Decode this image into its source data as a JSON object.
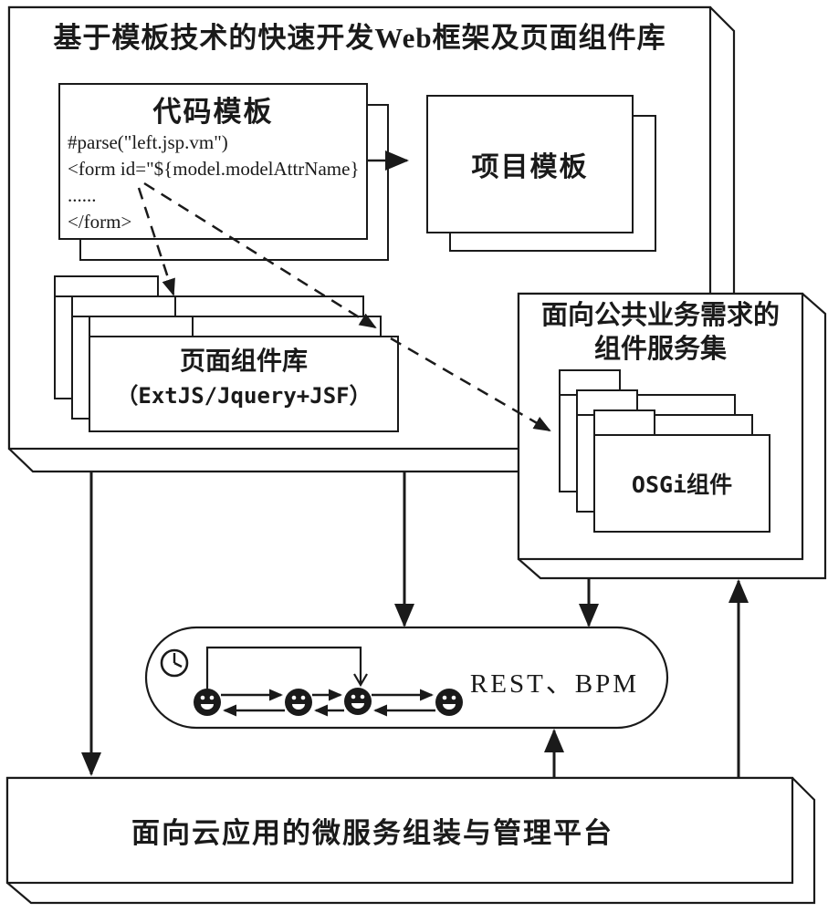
{
  "page": {
    "background": "#ffffff",
    "ink": "#1a1a1a"
  },
  "framework": {
    "title": "基于模板技术的快速开发Web框架及页面组件库",
    "code_template": {
      "title": "代码模板",
      "lines": [
        "#parse(\"left.jsp.vm\")",
        "<form id=\"${model.modelAttrName}",
        "......",
        "</form>"
      ]
    },
    "project_template": {
      "label": "项目模板"
    },
    "page_components": {
      "title": "页面组件库",
      "subtitle": "（ExtJS/Jquery+JSF）"
    }
  },
  "service_set": {
    "title_line1": "面向公共业务需求的",
    "title_line2": "组件服务集",
    "osgi_label": "OSGi组件"
  },
  "bus": {
    "label": "REST、BPM",
    "icons": {
      "clock": "clock-icon",
      "nodes": "service-node-icon"
    }
  },
  "platform": {
    "label": "面向云应用的微服务组装与管理平台"
  }
}
